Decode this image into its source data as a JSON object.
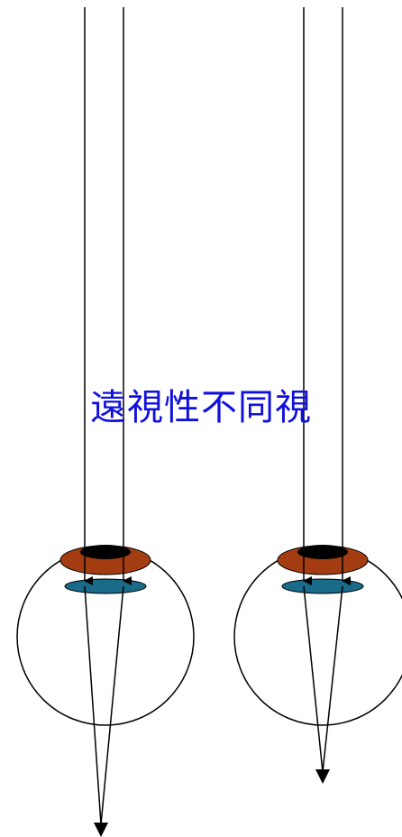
{
  "diagram": {
    "title": "遠視性不同視"
  },
  "colors": {
    "title": "#1010dd",
    "stroke": "#000000",
    "iris": "#a33c10",
    "pupil": "#000000",
    "lens": "#1a6a8a",
    "eyeball_fill": "#ffffff"
  },
  "eyes": [
    {
      "name": "left-eye",
      "focus": "behind-retina"
    },
    {
      "name": "right-eye",
      "focus": "behind-retina"
    }
  ]
}
